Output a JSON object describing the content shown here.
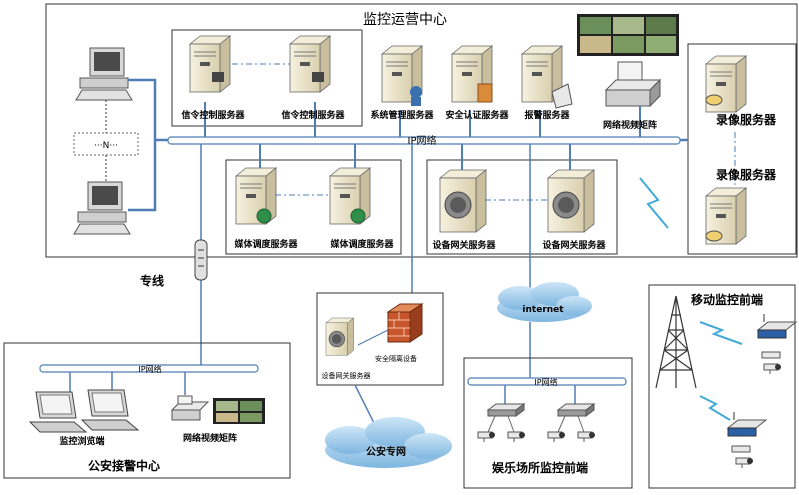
{
  "title": "监控运营中心",
  "labels": {
    "signal_server_1": "信令控制服务器",
    "signal_server_2": "信令控制服务器",
    "system_mgmt_server": "系统管理服务器",
    "security_auth_server": "安全认证服务器",
    "alarm_server": "报警服务器",
    "video_matrix_top": "网络视频矩阵",
    "record_server_1": "录像服务器",
    "record_server_2": "录像服务器",
    "media_dispatch_1": "媒体调度服务器",
    "media_dispatch_2": "媒体调度服务器",
    "device_gateway_1": "设备网关服务器",
    "device_gateway_2": "设备网关服务器",
    "ip_network_main": "IP网络",
    "dedicated_line": "专线",
    "n_marker": "···N···",
    "internet": "internet",
    "police_center": "公安接警中心",
    "monitor_terminal": "监控浏览端",
    "video_matrix_police": "网络视频矩阵",
    "ip_network_police": "IP网络",
    "device_gateway_mid": "设备网关服务器",
    "security_isolation": "安全隔离设备",
    "police_private_net": "公安专网",
    "ip_network_ent": "IP网络",
    "entertainment_frontend": "娱乐场所监控前端",
    "mobile_frontend": "移动监控前端"
  },
  "colors": {
    "line_blue": "#4f7eb6",
    "bus_fill": "#ffffff",
    "server_fill": "#efe9d4",
    "server_dark": "#cfc6a8",
    "cloud": "#9ec9ea",
    "lightning": "#43a9d6",
    "firewall": "#c8562c"
  }
}
